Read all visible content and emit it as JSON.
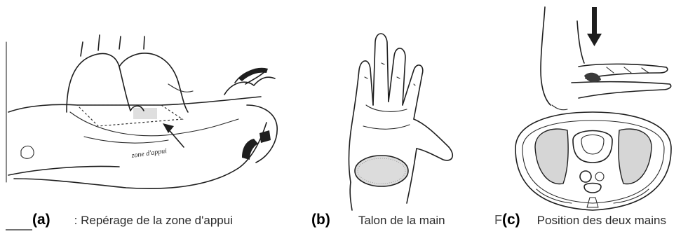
{
  "panel_a": {
    "letter": "(a)",
    "caption": ": Repérage de la zone d'appui",
    "handwritten_label": "zone d'appui"
  },
  "panel_b": {
    "letter": "(b)",
    "caption": "Talon de la main"
  },
  "panel_c": {
    "stray_glyph": "F",
    "letter": "(c)",
    "caption": "Position des deux mains"
  }
}
